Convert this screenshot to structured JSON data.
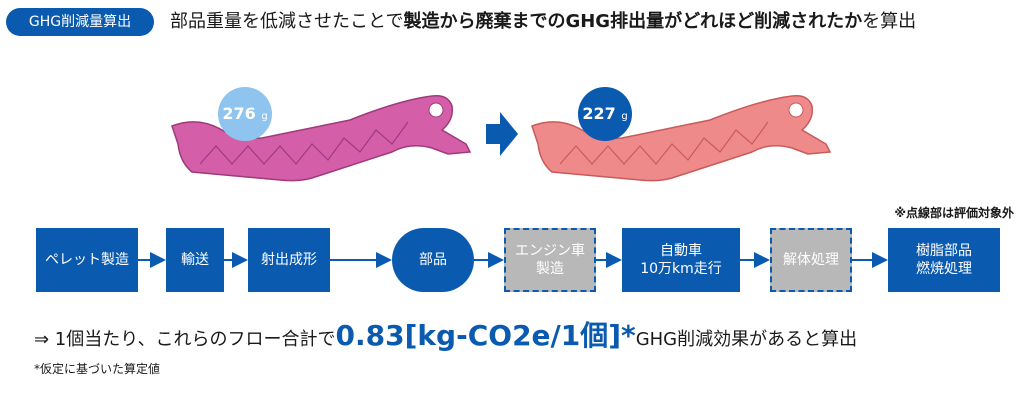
{
  "header": {
    "badge": "GHG削減量算出",
    "text_pre": "部品重量を低減させたことで",
    "text_bold": "製造から廃棄までのGHG排出量がどれほど削減されたか",
    "text_post": "を算出"
  },
  "parts": {
    "before": {
      "value": "276",
      "unit": "g",
      "color": "#d45fa8"
    },
    "after": {
      "value": "227",
      "unit": "g",
      "color": "#ef8a8a"
    }
  },
  "flow": {
    "note": "※点線部は評価対象外",
    "steps": [
      {
        "line1": "ペレット製造",
        "line2": ""
      },
      {
        "line1": "輸送",
        "line2": ""
      },
      {
        "line1": "射出成形",
        "line2": ""
      },
      {
        "line1": "部品",
        "line2": ""
      },
      {
        "line1": "エンジン車",
        "line2": "製造"
      },
      {
        "line1": "自動車",
        "line2": "10万km走行"
      },
      {
        "line1": "解体処理",
        "line2": ""
      },
      {
        "line1": "樹脂部品",
        "line2": "燃焼処理"
      }
    ]
  },
  "result": {
    "prefix": "⇒ 1個当たり、これらのフロー合計で",
    "value": "0.83[kg-CO2e/1個]*",
    "suffix": "GHG削減効果があると算出"
  },
  "footnote": "*仮定に基づいた算定値",
  "colors": {
    "primary": "#0a5bb0",
    "excluded": "#b8b8b8"
  }
}
